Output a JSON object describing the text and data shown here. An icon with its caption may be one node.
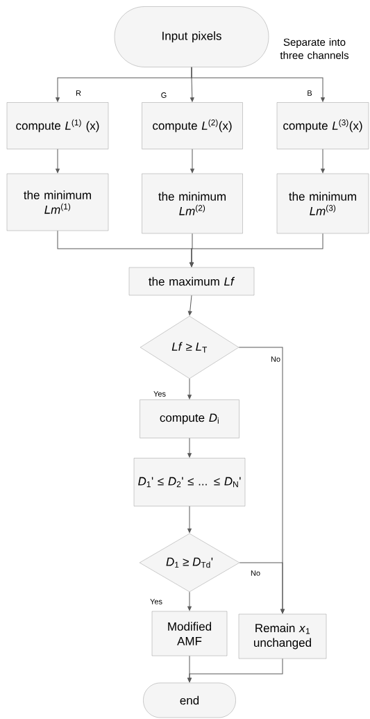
{
  "diagram": {
    "nodes": [
      {
        "text": [
          "Input pixels"
        ],
        "beside": [
          "Separate into three channels"
        ]
      },
      {
        "text": [
          "compute *L*$^{(1)}$ (x)"
        ]
      },
      {
        "text": [
          "compute *L*$^{(2)}$(x)"
        ]
      },
      {
        "text": [
          "compute *L*$^{(3)}$(x)"
        ]
      },
      {
        "text": [
          "the minimum *Lm*$^{(1)}$"
        ]
      },
      {
        "text": [
          "the minimum *Lm*$^{(2)}$"
        ]
      },
      {
        "text": [
          "the minimum *Lm*$^{(3)}$"
        ]
      },
      {
        "text": [
          "the maximum *Lf*"
        ]
      },
      {
        "text": [
          "*Lf* ≥ *L*$_{T}$"
        ]
      },
      {
        "text": [
          "compute *D*$_{i}$"
        ]
      },
      {
        "text": [
          "*D*$_{1}$' ≤ *D*$_{2}$' ≤ ... ≤ *D*$_{N}$'"
        ]
      },
      {
        "text": [
          "*D*$_{1}$ ≥ *D*$_{Td}$'"
        ]
      },
      {
        "text": [
          "Modified AMF"
        ]
      },
      {
        "text": [
          "Remain *x*$_{1}$ unchanged"
        ]
      },
      {
        "text": [
          "end"
        ]
      }
    ],
    "edges": [
      {
        "from": 0,
        "to": 1,
        "arrow": "to",
        "label": "R"
      },
      {
        "from": 0,
        "to": 2,
        "arrow": "to",
        "label": "G"
      },
      {
        "from": 0,
        "to": 3,
        "arrow": "to",
        "label": "B"
      },
      {
        "from": 1,
        "to": 4,
        "arrow": "to"
      },
      {
        "from": 2,
        "to": 5,
        "arrow": "to"
      },
      {
        "from": 3,
        "to": 6,
        "arrow": "to"
      },
      {
        "from": 4,
        "to": 7,
        "arrow": "to"
      },
      {
        "from": 5,
        "to": 7,
        "arrow": "to"
      },
      {
        "from": 6,
        "to": 7,
        "arrow": "to"
      },
      {
        "from": 7,
        "to": 8,
        "arrow": "to"
      },
      {
        "from": 8,
        "to": 9,
        "arrow": "to",
        "label": "Yes"
      },
      {
        "from": 8,
        "to": 13,
        "arrow": "to",
        "label": "No"
      },
      {
        "from": 9,
        "to": 10,
        "arrow": "to"
      },
      {
        "from": 10,
        "to": 11,
        "arrow": "to"
      },
      {
        "from": 11,
        "to": 13,
        "arrow": "to",
        "label": "No"
      },
      {
        "from": 11,
        "to": 12,
        "arrow": "to",
        "label": "Yes"
      },
      {
        "from": 12,
        "to": 14,
        "arrow": "to"
      },
      {
        "from": 13,
        "to": 14,
        "arrow": "to"
      }
    ]
  }
}
